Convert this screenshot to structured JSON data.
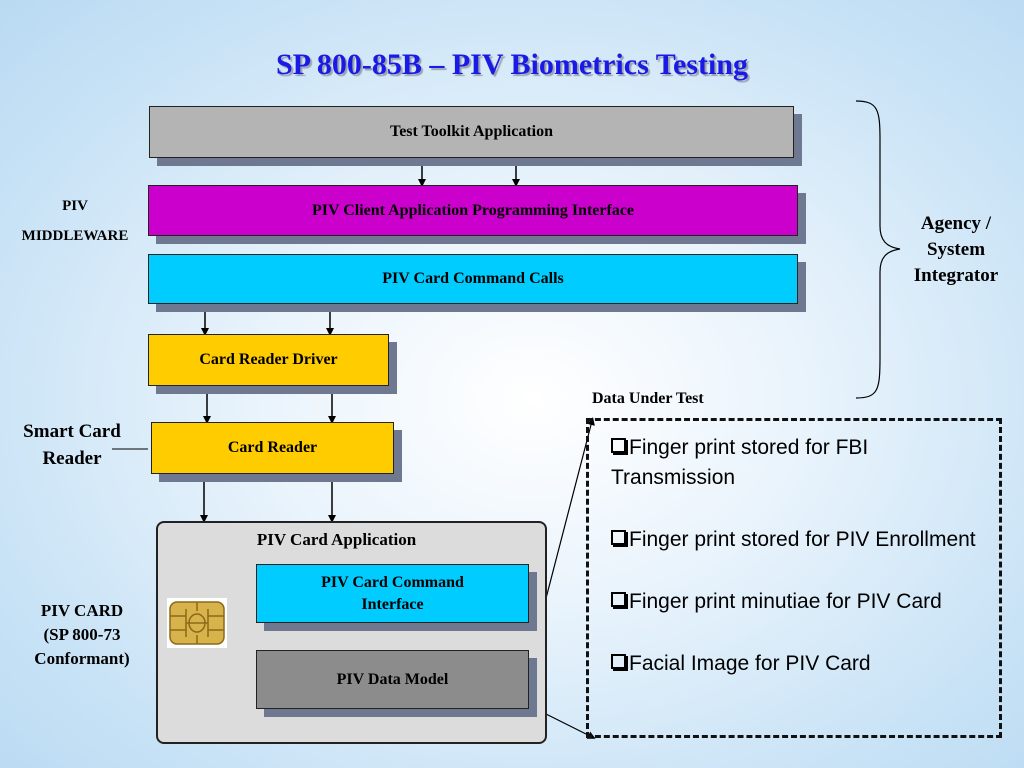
{
  "title": "SP 800-85B – PIV Biometrics Testing",
  "boxes": {
    "test_toolkit": "Test Toolkit Application",
    "client_api": "PIV Client Application Programming Interface",
    "command_calls": "PIV Card Command Calls",
    "reader_driver": "Card Reader Driver",
    "card_reader": "Card Reader",
    "card_app": "PIV Card Application",
    "command_interface": "PIV Card Command Interface",
    "data_model": "PIV Data Model"
  },
  "labels": {
    "piv": "PIV",
    "middleware": "MIDDLEWARE",
    "agency": "Agency /",
    "system": "System",
    "integrator": "Integrator",
    "smart_card": "Smart Card",
    "reader": "Reader",
    "piv_card": "PIV CARD",
    "sp_ref": "(SP 800-73",
    "conformant": "Conformant)"
  },
  "data_under_test": {
    "heading": "Data Under Test",
    "items": [
      "Finger print stored for FBI Transmission",
      "Finger print stored for PIV Enrollment",
      "Finger print minutiae for PIV Card",
      "Facial Image for PIV Card"
    ]
  },
  "colors": {
    "title": "#1a1ae6",
    "toolkit": "#b4b4b4",
    "api": "#cc00cc",
    "command": "#00ccff",
    "reader": "#ffcc00",
    "data_model": "#8c8c8c"
  }
}
